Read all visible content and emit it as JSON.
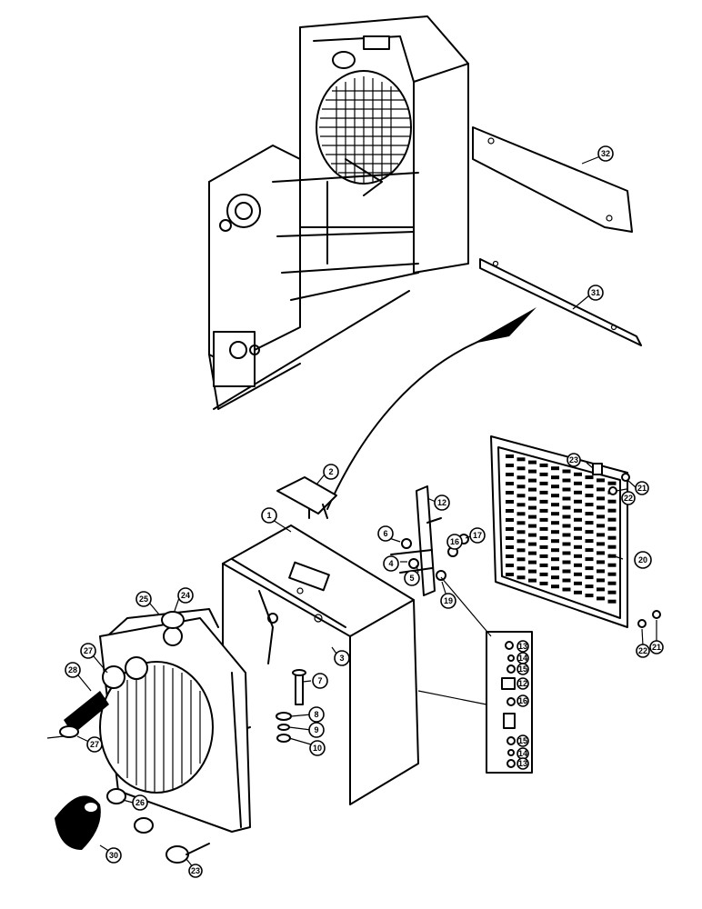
{
  "diagram": {
    "callouts": [
      {
        "id": "c1",
        "label": "1"
      },
      {
        "id": "c2",
        "label": "2"
      },
      {
        "id": "c3",
        "label": "3"
      },
      {
        "id": "c4",
        "label": "4"
      },
      {
        "id": "c5",
        "label": "5"
      },
      {
        "id": "c6",
        "label": "6"
      },
      {
        "id": "c7",
        "label": "7"
      },
      {
        "id": "c8",
        "label": "8"
      },
      {
        "id": "c9",
        "label": "9"
      },
      {
        "id": "c10",
        "label": "10"
      },
      {
        "id": "c12",
        "label": "12"
      },
      {
        "id": "c13a",
        "label": "13"
      },
      {
        "id": "c14a",
        "label": "14"
      },
      {
        "id": "c15a",
        "label": "15"
      },
      {
        "id": "c12b",
        "label": "12"
      },
      {
        "id": "c16b",
        "label": "16"
      },
      {
        "id": "c15b",
        "label": "15"
      },
      {
        "id": "c14b",
        "label": "14"
      },
      {
        "id": "c13b",
        "label": "13"
      },
      {
        "id": "c16",
        "label": "16"
      },
      {
        "id": "c17",
        "label": "17"
      },
      {
        "id": "c19",
        "label": "19"
      },
      {
        "id": "c20",
        "label": "20"
      },
      {
        "id": "c21a",
        "label": "21"
      },
      {
        "id": "c21b",
        "label": "21"
      },
      {
        "id": "c22a",
        "label": "22"
      },
      {
        "id": "c22b",
        "label": "22"
      },
      {
        "id": "c23a",
        "label": "23"
      },
      {
        "id": "c23b",
        "label": "23"
      },
      {
        "id": "c24",
        "label": "24"
      },
      {
        "id": "c25",
        "label": "25"
      },
      {
        "id": "c26",
        "label": "26"
      },
      {
        "id": "c27a",
        "label": "27"
      },
      {
        "id": "c27b",
        "label": "27"
      },
      {
        "id": "c28",
        "label": "28"
      },
      {
        "id": "c30",
        "label": "30"
      },
      {
        "id": "c31",
        "label": "31"
      },
      {
        "id": "c32",
        "label": "32"
      }
    ]
  }
}
